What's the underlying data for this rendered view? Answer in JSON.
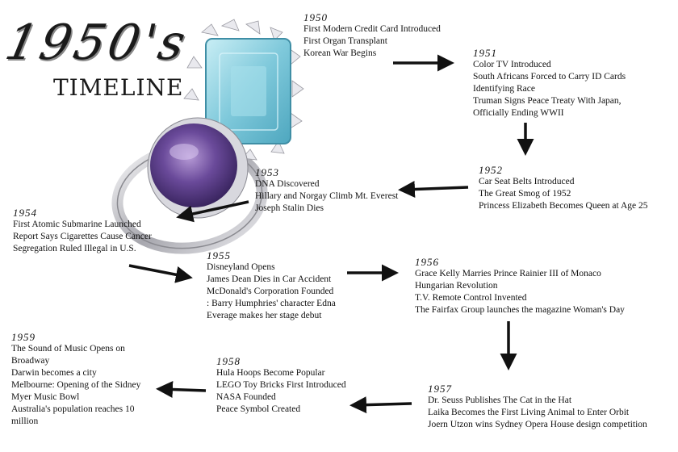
{
  "title": {
    "year": "1950's",
    "word": "TIMELINE"
  },
  "entries": {
    "y1950": {
      "year": "1950",
      "events": [
        "First Modern Credit Card Introduced",
        "First Organ Transplant",
        "Korean War Begins"
      ]
    },
    "y1951": {
      "year": "1951",
      "events": [
        "Color TV Introduced",
        "South Africans Forced to Carry ID Cards",
        "Identifying Race",
        "Truman Signs Peace Treaty With Japan,",
        "Officially Ending WWII"
      ]
    },
    "y1952": {
      "year": "1952",
      "events": [
        "Car Seat Belts Introduced",
        "The Great Smog of 1952",
        "Princess Elizabeth Becomes Queen at Age 25"
      ]
    },
    "y1953": {
      "year": "1953",
      "events": [
        "DNA Discovered",
        "Hillary and Norgay Climb Mt. Everest",
        "Joseph Stalin Dies"
      ]
    },
    "y1954": {
      "year": "1954",
      "events": [
        "First Atomic Submarine Launched",
        "Report Says Cigarettes Cause Cancer",
        "Segregation Ruled Illegal in U.S."
      ]
    },
    "y1955": {
      "year": "1955",
      "events": [
        "Disneyland Opens",
        "James Dean Dies in Car Accident",
        "McDonald's Corporation Founded",
        ": Barry Humphries' character Edna",
        "Everage makes her stage debut"
      ]
    },
    "y1956": {
      "year": "1956",
      "events": [
        "Grace Kelly Marries Prince Rainier III of Monaco",
        "Hungarian Revolution",
        "T.V. Remote Control Invented",
        "The Fairfax Group launches the magazine Woman's Day"
      ]
    },
    "y1957": {
      "year": "1957",
      "events": [
        "Dr. Seuss Publishes The Cat in the Hat",
        "Laika Becomes the First Living Animal to Enter Orbit",
        "Joern Utzon wins Sydney Opera House design competition"
      ]
    },
    "y1958": {
      "year": "1958",
      "events": [
        "Hula Hoops Become Popular",
        "LEGO Toy Bricks First Introduced",
        "NASA Founded",
        "Peace Symbol Created"
      ]
    },
    "y1959": {
      "year": "1959",
      "events": [
        "The Sound of Music Opens on",
        "Broadway",
        "Darwin becomes a city",
        "Melbourne: Opening of the Sidney",
        "Myer Music Bowl",
        "Australia's population reaches 10",
        "million"
      ]
    }
  },
  "colors": {
    "text": "#111111",
    "aquamarine": "#8fd3e0",
    "amethyst": "#6a4a9a",
    "silver": "#c8c8cc"
  },
  "icons": [
    "ring-image",
    "arrow-icon"
  ]
}
